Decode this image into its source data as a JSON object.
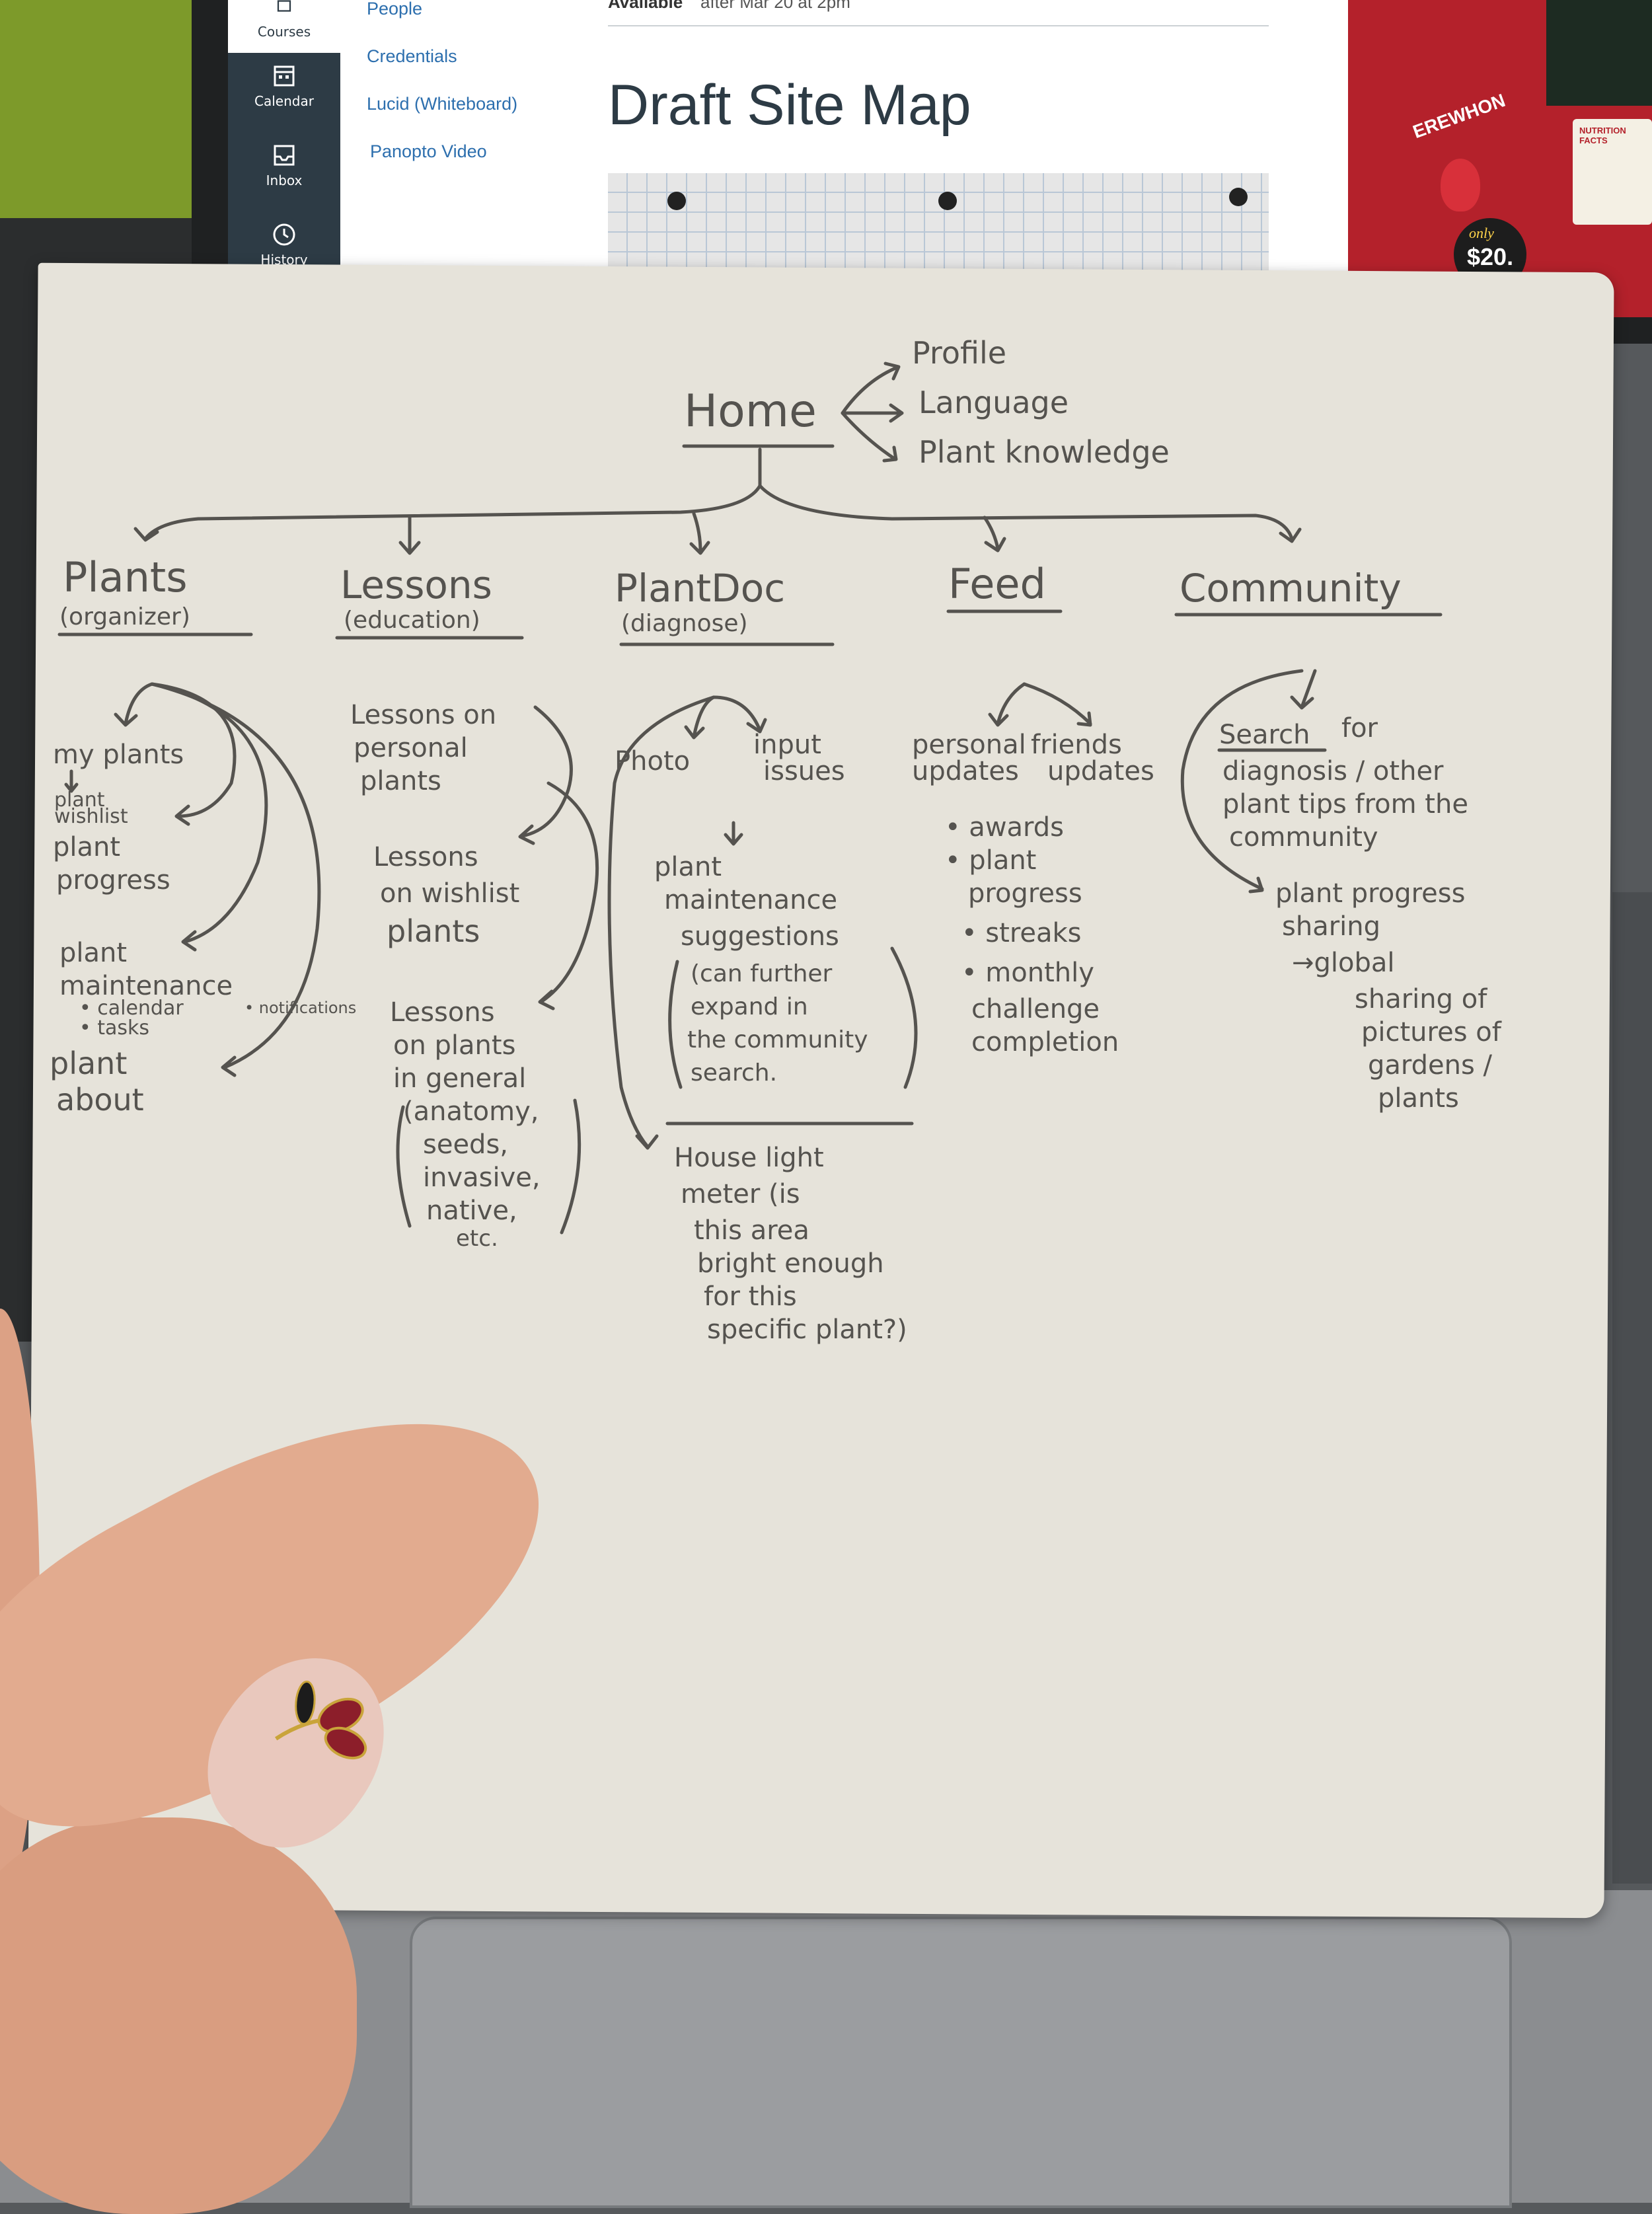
{
  "lms": {
    "nav": {
      "courses": "Courses",
      "calendar": "Calendar",
      "inbox": "Inbox",
      "history": "History"
    },
    "course_links": [
      "People",
      "Credentials",
      "Lucid (Whiteboard)",
      "Panopto Video"
    ],
    "available_label": "Available",
    "available_date": "after Mar 20 at 2pm",
    "page_title": "Draft Site Map"
  },
  "packaging": {
    "brand": "EREWHON",
    "nutrition": "NUTRITION FACTS",
    "only": "only",
    "price": "$20."
  },
  "sitemap": {
    "root": "Home",
    "root_links": [
      "Profile",
      "Language",
      "Plant knowledge"
    ],
    "sections": [
      {
        "title": "Plants",
        "subtitle": "(organizer)",
        "items": [
          "my plants",
          "plant",
          "wishlist",
          "plant",
          "progress",
          "plant",
          "maintenance",
          "• calendar",
          "• tasks",
          "• notifications",
          "plant",
          "about"
        ]
      },
      {
        "title": "Lessons",
        "subtitle": "(education)",
        "items": [
          "Lessons on",
          "personal",
          "plants",
          "Lessons",
          "on wishlist",
          "plants",
          "Lessons",
          "on plants",
          "in general",
          "(anatomy,",
          "seeds,",
          "invasive,",
          "native,",
          "etc."
        ]
      },
      {
        "title": "PlantDoc",
        "subtitle": "(diagnose)",
        "items": [
          "Photo",
          "input",
          "issues",
          "plant",
          "maintenance",
          "suggestions",
          "(can further",
          "expand in",
          "the community",
          "search.",
          "House light",
          "meter (is",
          "this area",
          "bright enough",
          "for this",
          "specific plant?)"
        ]
      },
      {
        "title": "Feed",
        "subtitle": "",
        "items": [
          "personal",
          "updates",
          "friends",
          "updates",
          "• awards",
          "• plant",
          "progress",
          "• streaks",
          "• monthly",
          "challenge",
          "completion"
        ]
      },
      {
        "title": "Community",
        "subtitle": "",
        "items": [
          "Search",
          "for",
          "diagnosis / other",
          "plant tips from the",
          "community",
          "plant progress",
          "sharing",
          "→global",
          "sharing of",
          "pictures of",
          "gardens /",
          "plants"
        ]
      }
    ]
  }
}
